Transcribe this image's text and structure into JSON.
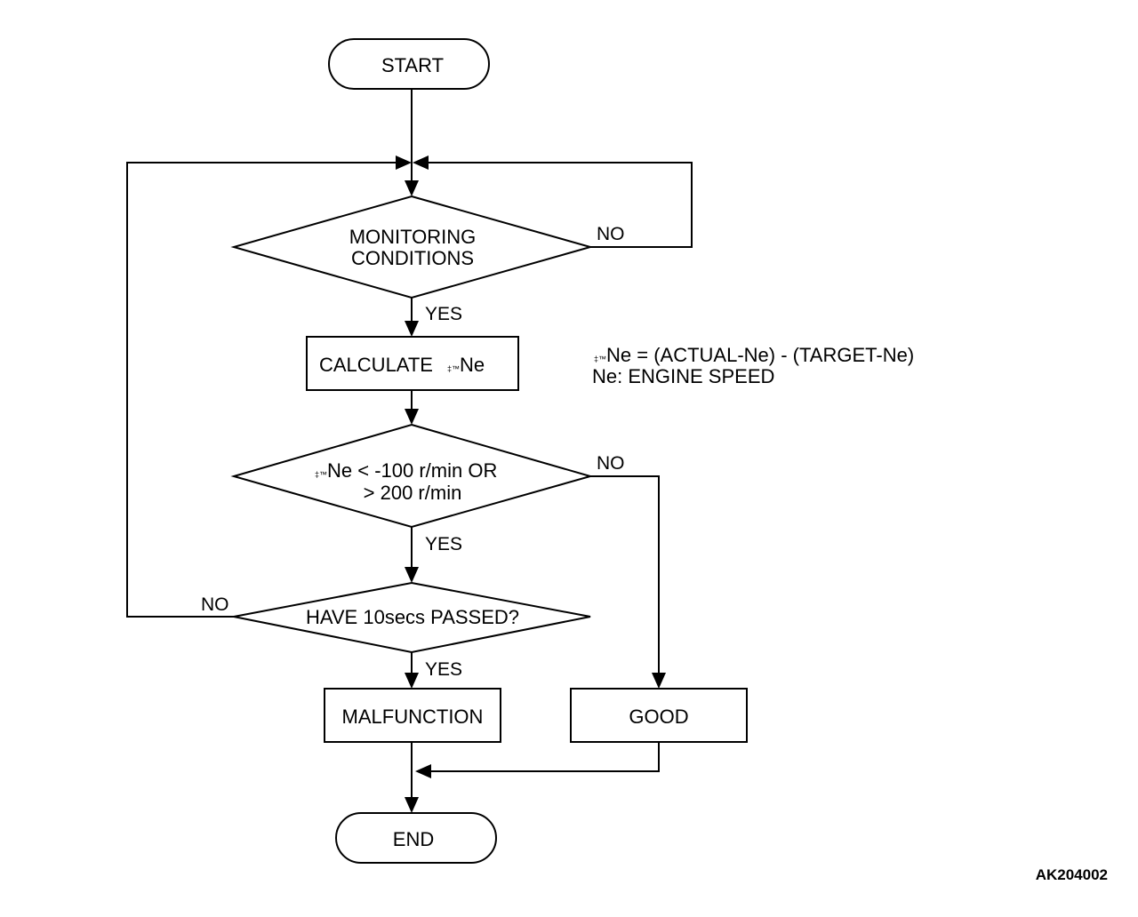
{
  "nodes": {
    "start": "START",
    "monitoring_line1": "MONITORING",
    "monitoring_line2": "CONDITIONS",
    "calculate": "CALCULATE",
    "calculate_var": "Ne",
    "delta_symbol": "‡™",
    "ne_check_line1_var": "Ne < -100 r/min OR",
    "ne_check_line2": "> 200 r/min",
    "time_check": "HAVE 10secs PASSED?",
    "malfunction": "MALFUNCTION",
    "good": "GOOD",
    "end": "END"
  },
  "edge_labels": {
    "monitoring_no": "NO",
    "monitoring_yes": "YES",
    "ne_check_no": "NO",
    "ne_check_yes": "YES",
    "time_no": "NO",
    "time_yes": "YES"
  },
  "note": {
    "line1": "Ne = (ACTUAL-Ne) - (TARGET-Ne)",
    "line2": "Ne: ENGINE SPEED"
  },
  "figure_ref": "AK204002"
}
